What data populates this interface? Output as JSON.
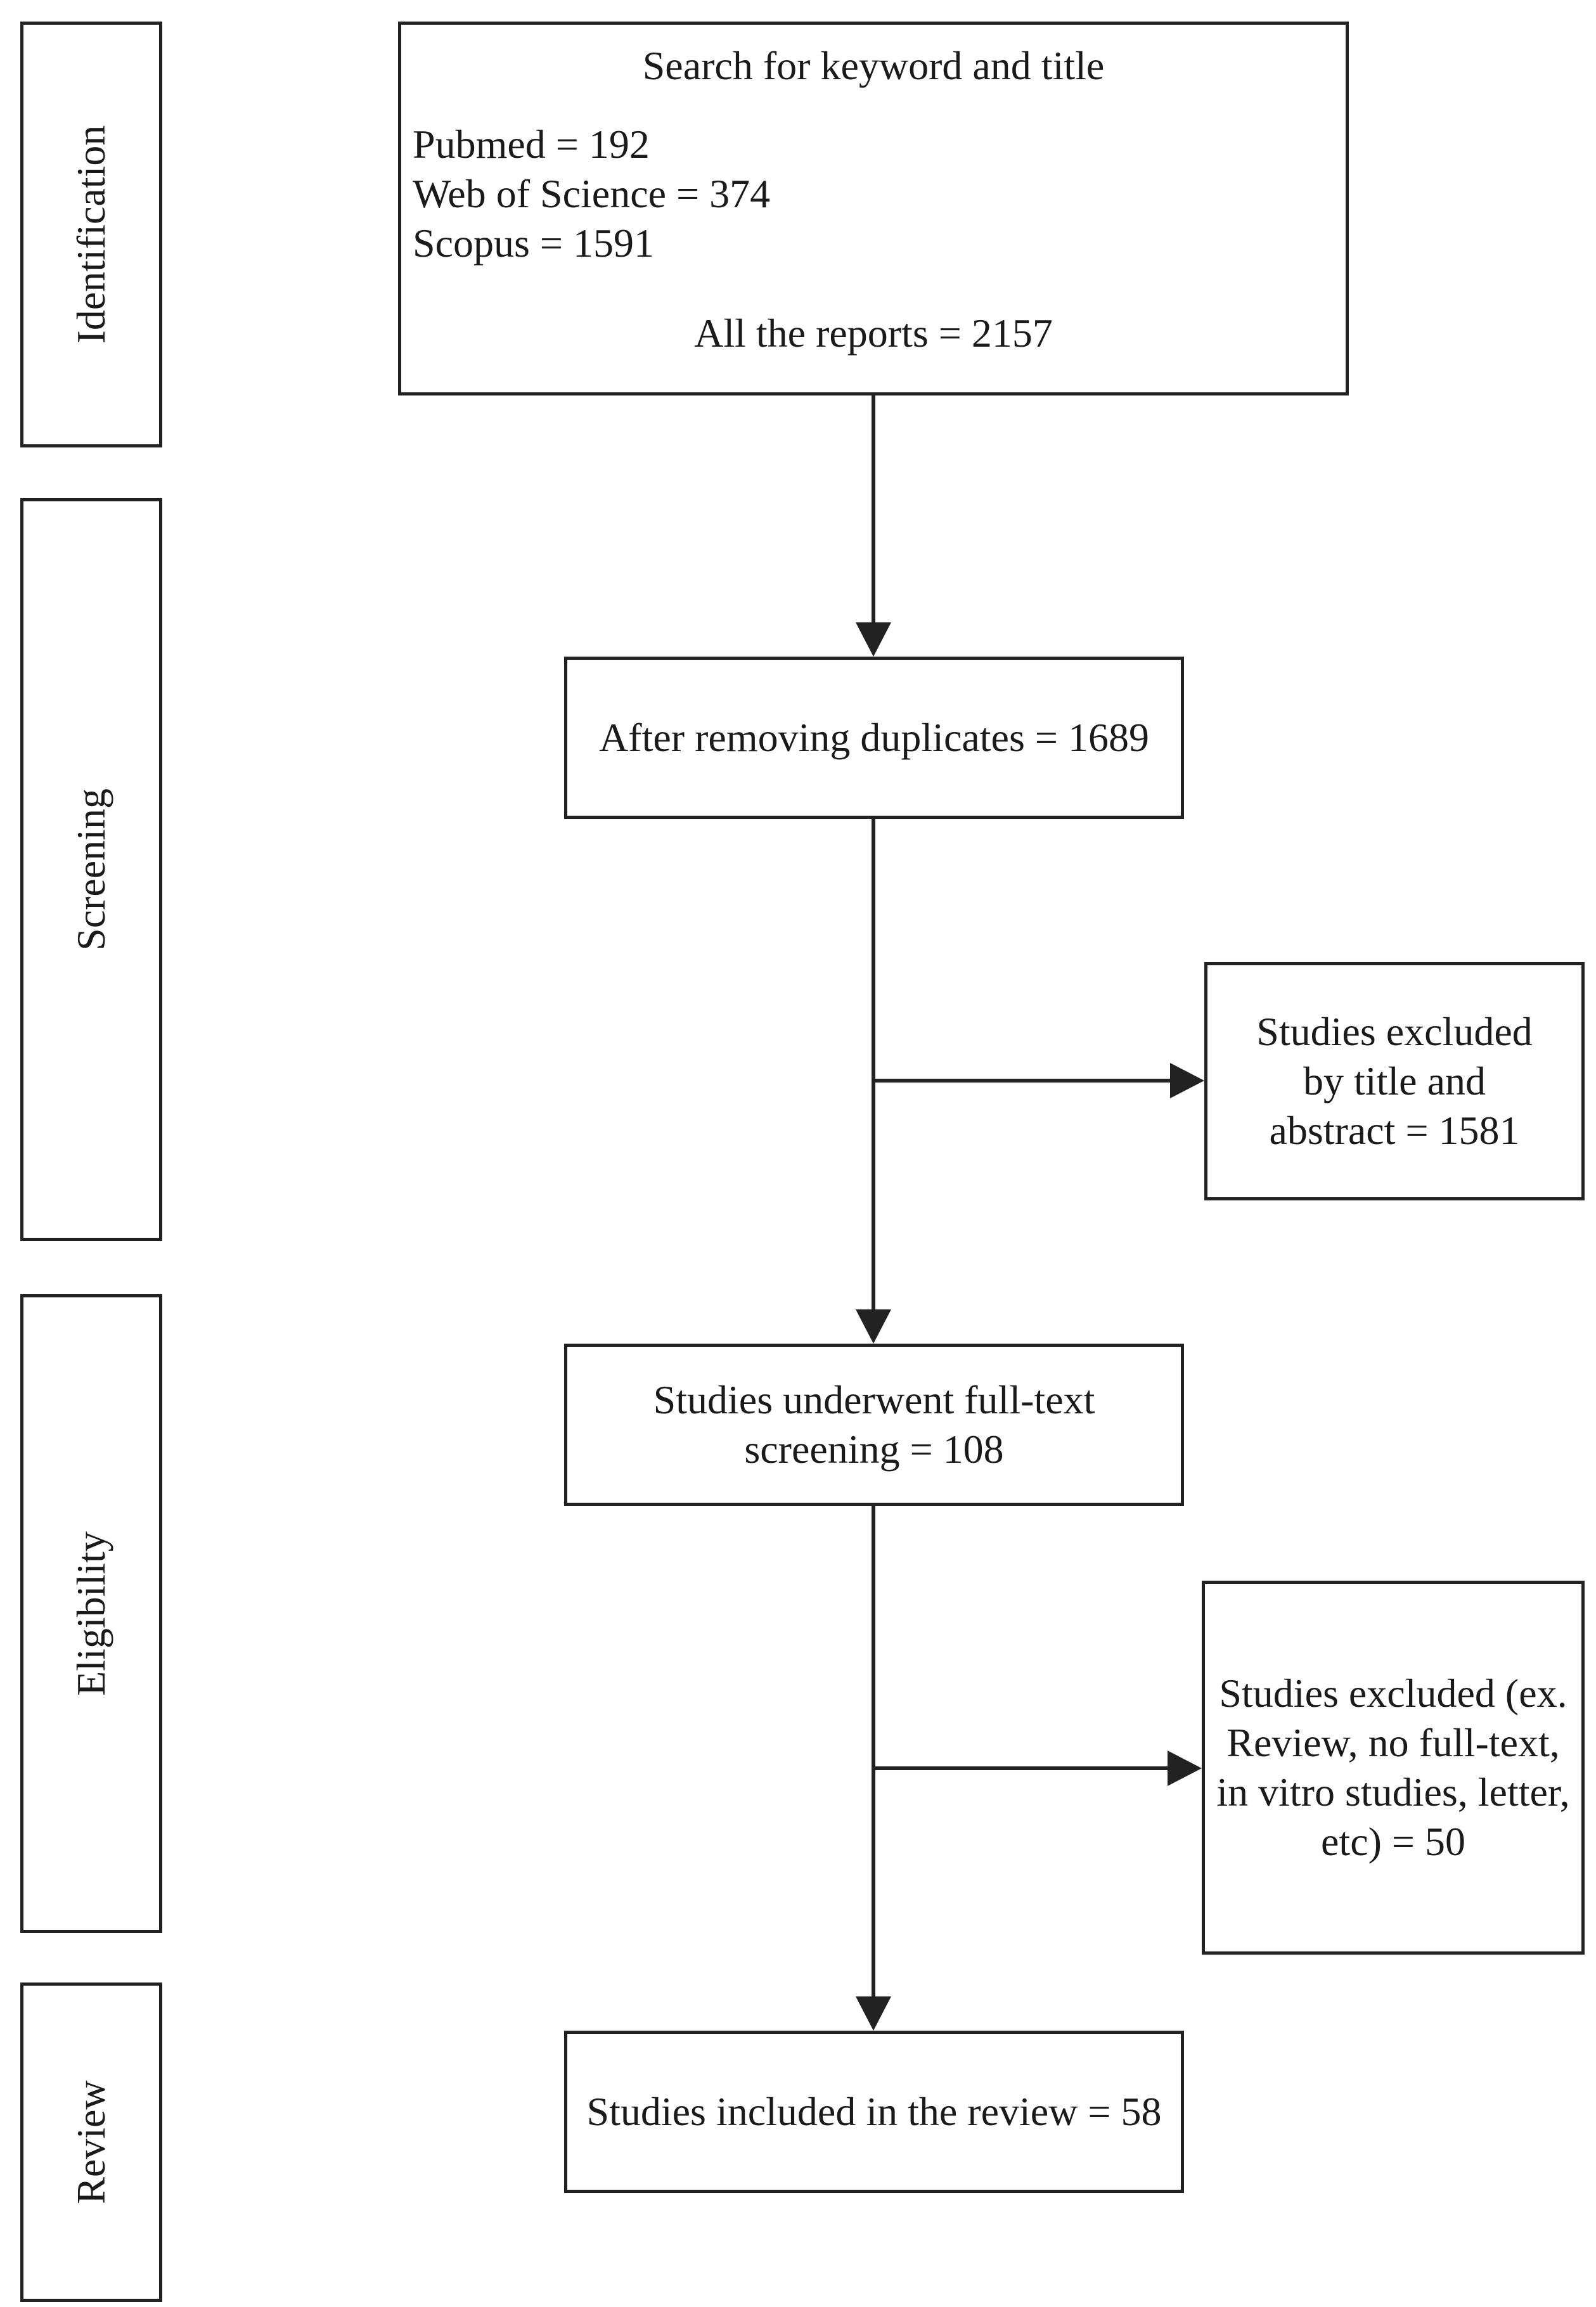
{
  "stages": {
    "identification": "Identification",
    "screening": "Screening",
    "eligibility": "Eligibility",
    "review": "Review"
  },
  "search_box": {
    "heading": "Search for keyword and title",
    "sources": [
      "Pubmed = 192",
      "Web of Science = 374",
      "Scopus = 1591"
    ],
    "total": "All the reports = 2157"
  },
  "after_duplicates": "After removing duplicates = 1689",
  "excluded_title_abstract": [
    "Studies excluded",
    "by title and",
    "abstract = 1581"
  ],
  "full_text_screening": [
    "Studies underwent full-text",
    "screening = 108"
  ],
  "excluded_full_text": [
    "Studies excluded (ex.",
    "Review, no full-text,",
    "in vitro studies, letter,",
    "etc) = 50"
  ],
  "included": "Studies included in the review = 58",
  "colors": {
    "stroke": "#222222",
    "background": "#ffffff",
    "text": "#1a1a1a"
  }
}
